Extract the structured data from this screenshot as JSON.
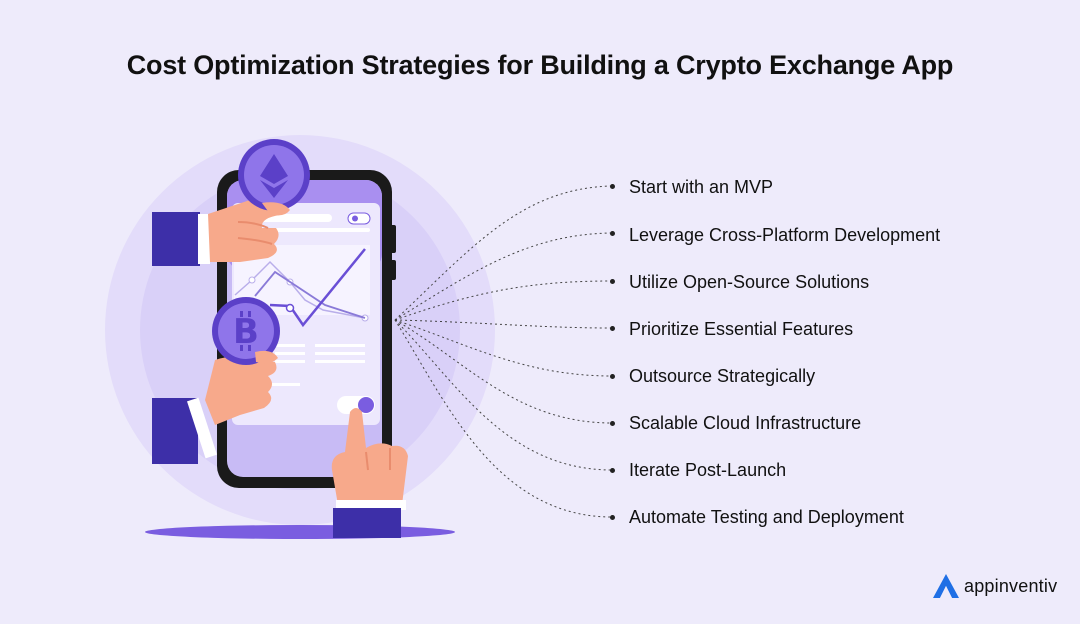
{
  "title": "Cost Optimization Strategies for Building a Crypto Exchange App",
  "strategies": [
    "Start with an MVP",
    "Leverage Cross-Platform Development",
    "Utilize Open-Source Solutions",
    "Prioritize Essential Features",
    "Outsource Strategically",
    "Scalable Cloud Infrastructure",
    "Iterate Post-Launch",
    "Automate Testing and Deployment"
  ],
  "brand": {
    "name": "appinventiv",
    "accent": "#1f6fe5"
  },
  "colors": {
    "background": "#eeebfb",
    "purple": "#7a5de0",
    "skin": "#f7a98b",
    "phone": "#1a1a1a"
  }
}
